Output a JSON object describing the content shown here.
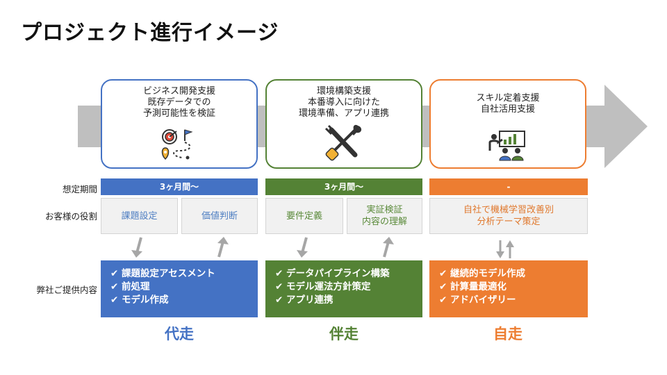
{
  "title": "プロジェクト進行イメージ",
  "row_labels": {
    "period": "想定期間",
    "role": "お客様の役割",
    "service": "弊社ご提供内容"
  },
  "phases": [
    {
      "card_lines": [
        "ビジネス開発支援",
        "既存データでの",
        "予測可能性を検証"
      ],
      "icon": "target-route-icon",
      "period": "3ヶ月間〜",
      "roles": [
        "課題設定",
        "価値判断"
      ],
      "services": [
        "✔ 課題設定アセスメント",
        "✔ 前処理",
        "✔ モデル作成"
      ],
      "mode": "代走",
      "color": "#4472c4"
    },
    {
      "card_lines": [
        "環境構築支援",
        "本番導入に向けた",
        "環境準備、アプリ連携"
      ],
      "icon": "tools-icon",
      "period": "3ヶ月間〜",
      "roles": [
        "要件定義",
        "実証検証\n内容の理解"
      ],
      "services": [
        "✔ データパイプライン構築",
        "✔ モデル運法方針策定",
        "✔ アプリ連携"
      ],
      "mode": "伴走",
      "color": "#548235"
    },
    {
      "card_lines": [
        "スキル定着支援",
        "自社活用支援"
      ],
      "icon": "presentation-icon",
      "period": "-",
      "roles": [
        "自社で機械学習改善別\n分析テーマ策定"
      ],
      "services": [
        "✔ 継続的モデル作成",
        "✔ 計算量最適化",
        "✔ アドバイザリー"
      ],
      "mode": "自走",
      "color": "#ed7d31"
    }
  ]
}
